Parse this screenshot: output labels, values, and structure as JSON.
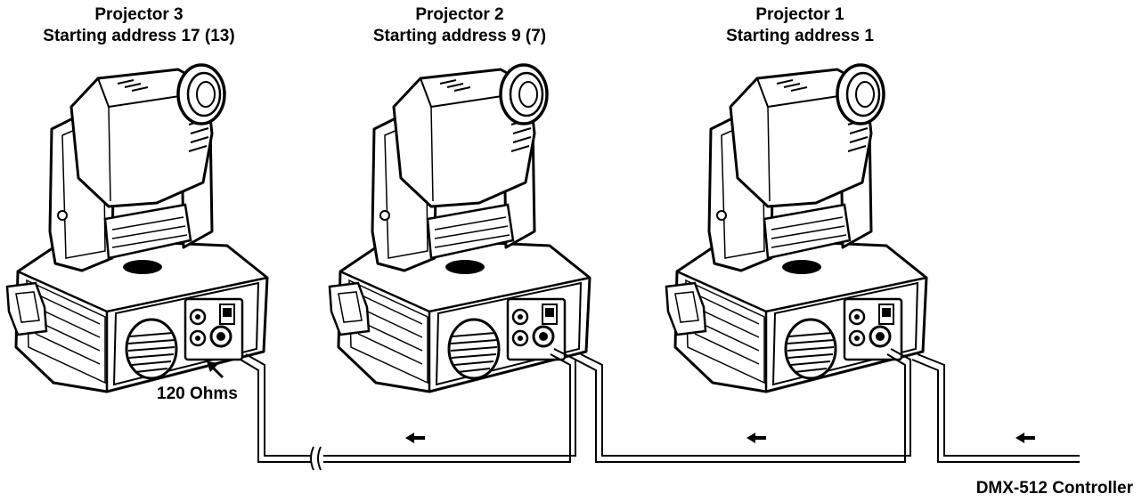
{
  "projectors": [
    {
      "title": "Projector 3",
      "address": "Starting address 17 (13)"
    },
    {
      "title": "Projector 2",
      "address": "Starting address 9 (7)"
    },
    {
      "title": "Projector 1",
      "address": "Starting address 1"
    }
  ],
  "terminator_label": "120 Ohms",
  "controller_label": "DMX-512 Controller",
  "icons": {
    "fixture": "moving-head-projector-icon",
    "arrow": "signal-direction-arrow-icon",
    "break": "cable-break-icon"
  },
  "colors": {
    "ink": "#000000",
    "paper": "#ffffff"
  }
}
